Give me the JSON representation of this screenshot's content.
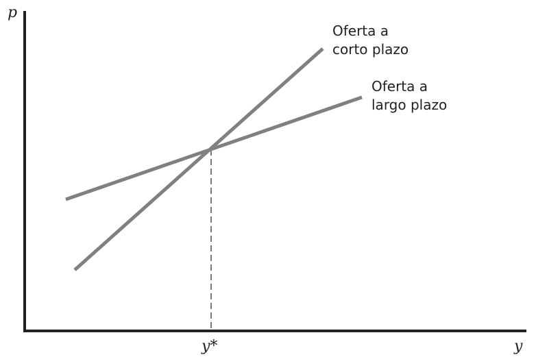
{
  "axes": {
    "y_label": "p",
    "x_label": "y"
  },
  "equilibrium": {
    "x_tick_label": "y*"
  },
  "curves": {
    "short_run": {
      "label_line1": "Oferta a",
      "label_line2": "corto plazo",
      "color": "#808083"
    },
    "long_run": {
      "label_line1": "Oferta a",
      "label_line2": "largo plazo",
      "color": "#808083"
    }
  }
}
